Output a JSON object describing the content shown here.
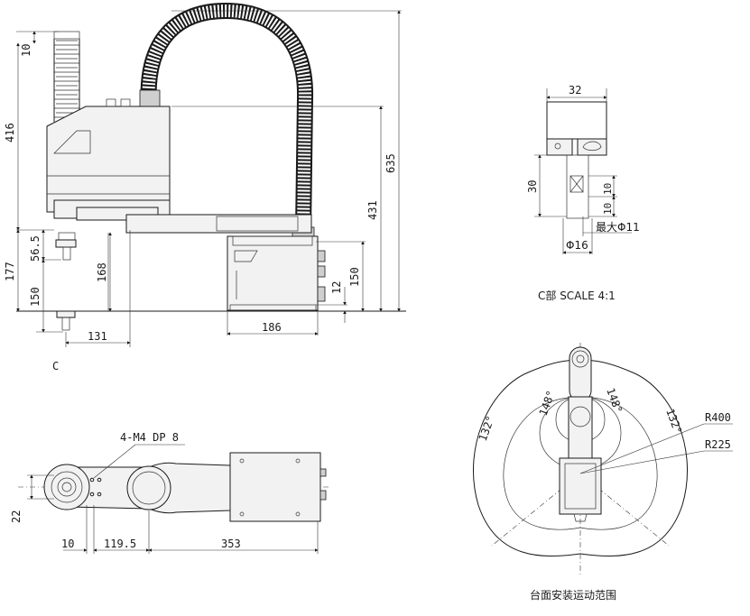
{
  "side_view": {
    "dims": {
      "d10": "10",
      "d416": "416",
      "d635": "635",
      "d431": "431",
      "d177": "177",
      "d56_5": "56.5",
      "d150_left": "150",
      "d168": "168",
      "d150_right": "150",
      "d12": "12",
      "d131": "131",
      "d186": "186"
    },
    "section_label": "C"
  },
  "detail_c": {
    "d32": "32",
    "d30": "30",
    "d10a": "10",
    "d10b": "10",
    "max_dia": "最大Φ11",
    "dia16": "Φ16",
    "caption": "C部 SCALE 4:1"
  },
  "top_view": {
    "callout": "4-M4 DP 8",
    "d22": "22",
    "d10": "10",
    "d119_5": "119.5",
    "d353": "353"
  },
  "range_view": {
    "a148_left": "148°",
    "a148_right": "148°",
    "a132_left": "132°",
    "a132_right": "132°",
    "r400": "R400",
    "r225": "R225",
    "caption": "台面安装运动范围"
  },
  "colors": {
    "line": "#1a1a1a",
    "body_fill": "#f2f2f2",
    "dark_fill": "#cfcfcf"
  }
}
